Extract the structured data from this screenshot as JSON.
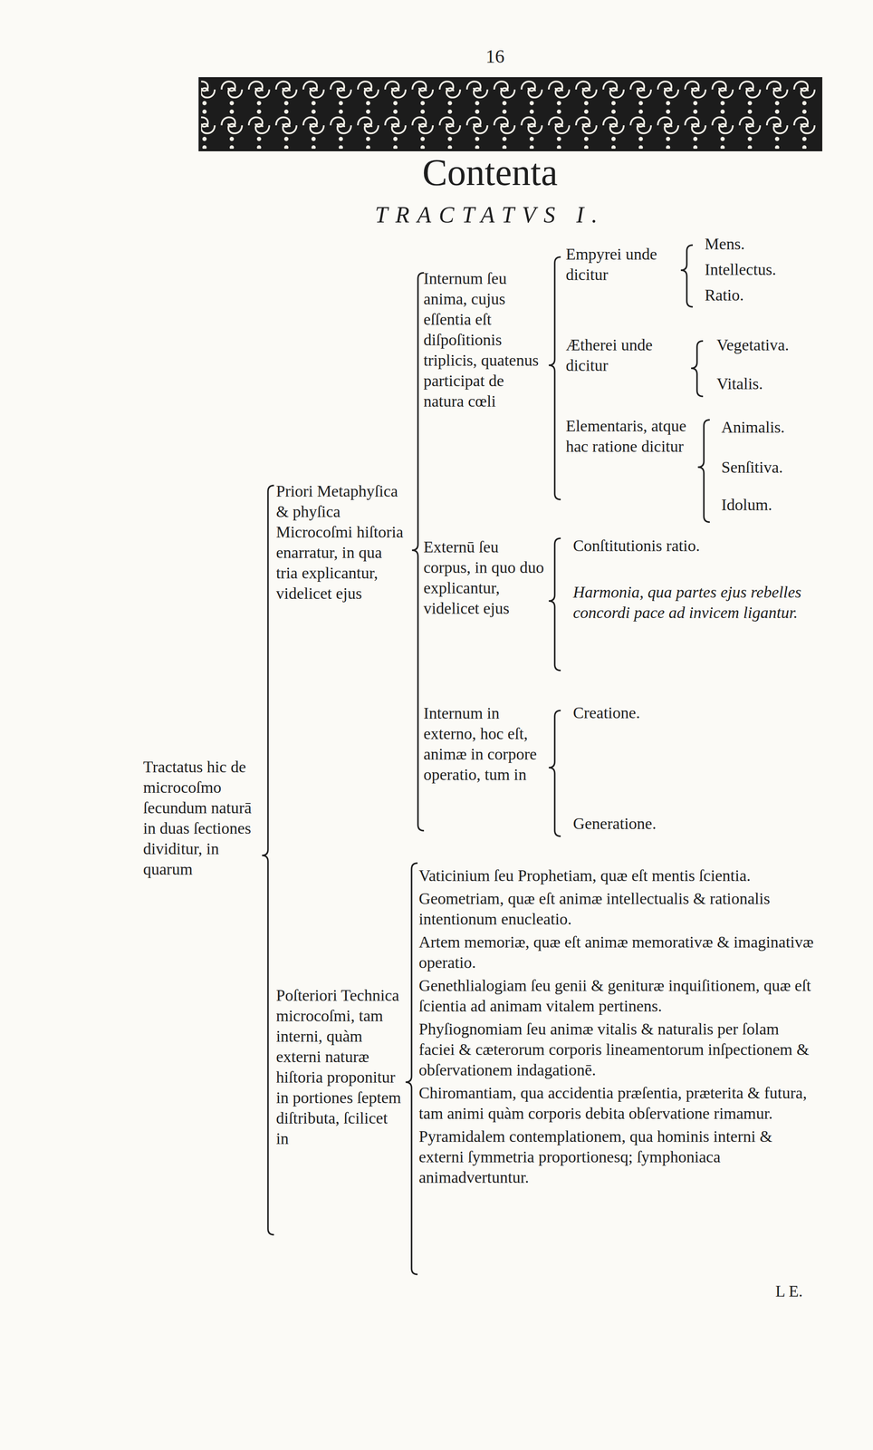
{
  "diagram": {
    "title": "Contenta",
    "labels": [
      "16",
      "TRACTATVS I.",
      "Mens.",
      "Empyrei unde dicitur",
      "Intellectus.",
      "Ratio.",
      "Internum ſeu anima, cujus eſſentia eſt diſpoſitionis triplicis, quatenus participat de natura cœli",
      "Ætherei unde dicitur",
      "Vegetativa.",
      "Vitalis.",
      "Elementaris, atque hac ratione dicitur",
      "Animalis.",
      "Senſitiva.",
      "Idolum.",
      "Priori Metaphyſica & phyſica Microcoſmi hiſtoria enarratur, in qua tria explicantur, videlicet ejus",
      "Conſtitutionis ratio.",
      "Externū ſeu corpus, in quo duo explicantur, videlicet ejus",
      "Harmonia, qua partes ejus rebelles concordi pace ad invicem ligantur.",
      "Internum in externo, hoc eſt, animæ in corpore operatio, tum in",
      "Creatione.",
      "Tractatus hic de microcoſmo ſecundum naturā in duas ſectiones dividitur, in quarum",
      "Generatione.",
      "Vaticinium ſeu Prophetiam, quæ eſt mentis ſcientia.",
      "Geometriam, quæ eſt animæ intellectualis & rationalis intentionum enucleatio.",
      "Artem memoriæ, quæ eſt animæ memorativæ & imaginativæ operatio.",
      "Genethlialogiam ſeu genii & genituræ inquiſitionem, quæ eſt ſcientia ad animam vitalem pertinens.",
      "Poſteriori Technica microcoſmi, tam interni, quàm externi naturæ hiſtoria proponitur in portiones ſeptem diſtributa, ſcilicet in",
      "Phyſiognomiam ſeu animæ vitalis & naturalis per ſolam faciei & cæterorum corporis lineamentorum inſpectionem & obſervationem indagationē.",
      "Chiromantiam, qua accidentia præſentia, præterita & futura, tam animi quàm corporis debita obſervatione rimamur.",
      "Pyramidalem contemplationem, qua hominis interni & externi ſymmetria proportionesq; ſymphoniaca animadvertuntur.",
      "L E."
    ]
  }
}
